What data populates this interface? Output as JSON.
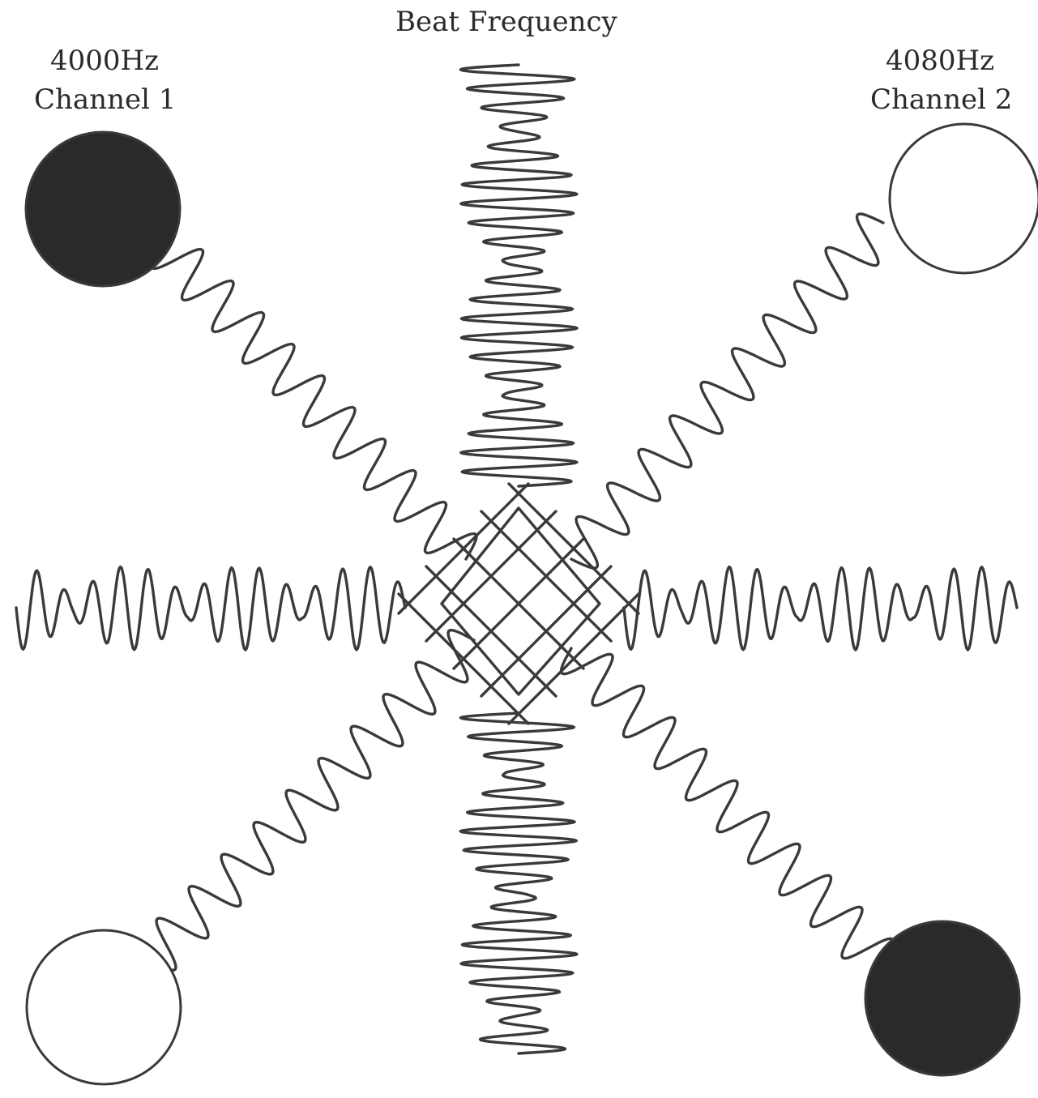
{
  "title": "Beat Frequency",
  "channel_1": {
    "frequency": "4000Hz",
    "name": "Channel 1"
  },
  "channel_2": {
    "frequency": "4080Hz",
    "name": "Channel 2"
  },
  "colors": {
    "ink": "#3a3a3a",
    "filled_circle": "#2a2a2a",
    "background": "#ffffff"
  },
  "icons": [
    "filled-circle-icon",
    "hollow-circle-icon"
  ]
}
